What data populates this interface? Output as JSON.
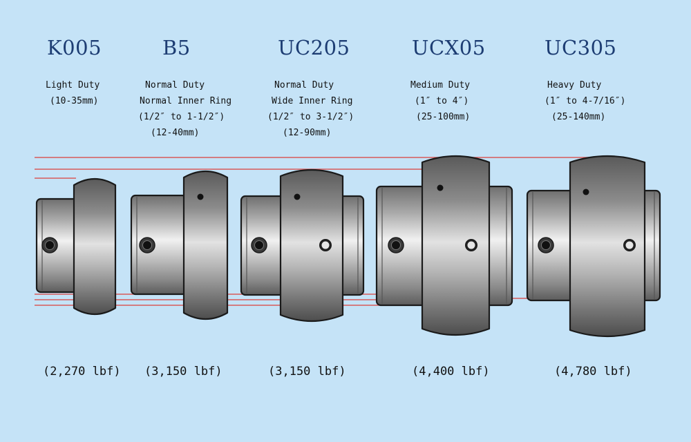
{
  "bearings": [
    {
      "model": "K005",
      "desc": [
        "Light Duty",
        "(10-35mm)"
      ],
      "load": "(2,270 lbf)"
    },
    {
      "model": "B5",
      "desc": [
        "Normal Duty",
        "Normal Inner Ring",
        "(1/2″ to 1-1/2″)",
        "(12-40mm)"
      ],
      "load": "(3,150 lbf)"
    },
    {
      "model": "UC205",
      "desc": [
        "Normal Duty",
        "Wide Inner Ring",
        "(1/2″ to 3-1/2″)",
        "(12-90mm)"
      ],
      "load": "(3,150 lbf)"
    },
    {
      "model": "UCX05",
      "desc": [
        "Medium Duty",
        "(1″ to 4″)",
        "(25-100mm)"
      ],
      "load": "(4,400 lbf)"
    },
    {
      "model": "UC305",
      "desc": [
        "Heavy Duty",
        "(1″ to 4-7/16″)",
        "(25-140mm)"
      ],
      "load": "(4,780 lbf)"
    }
  ],
  "colors": {
    "background": "#c5e3f7",
    "title": "#1d3d73",
    "guide_line": "#d85a5a",
    "outline": "#1a1a1a"
  }
}
